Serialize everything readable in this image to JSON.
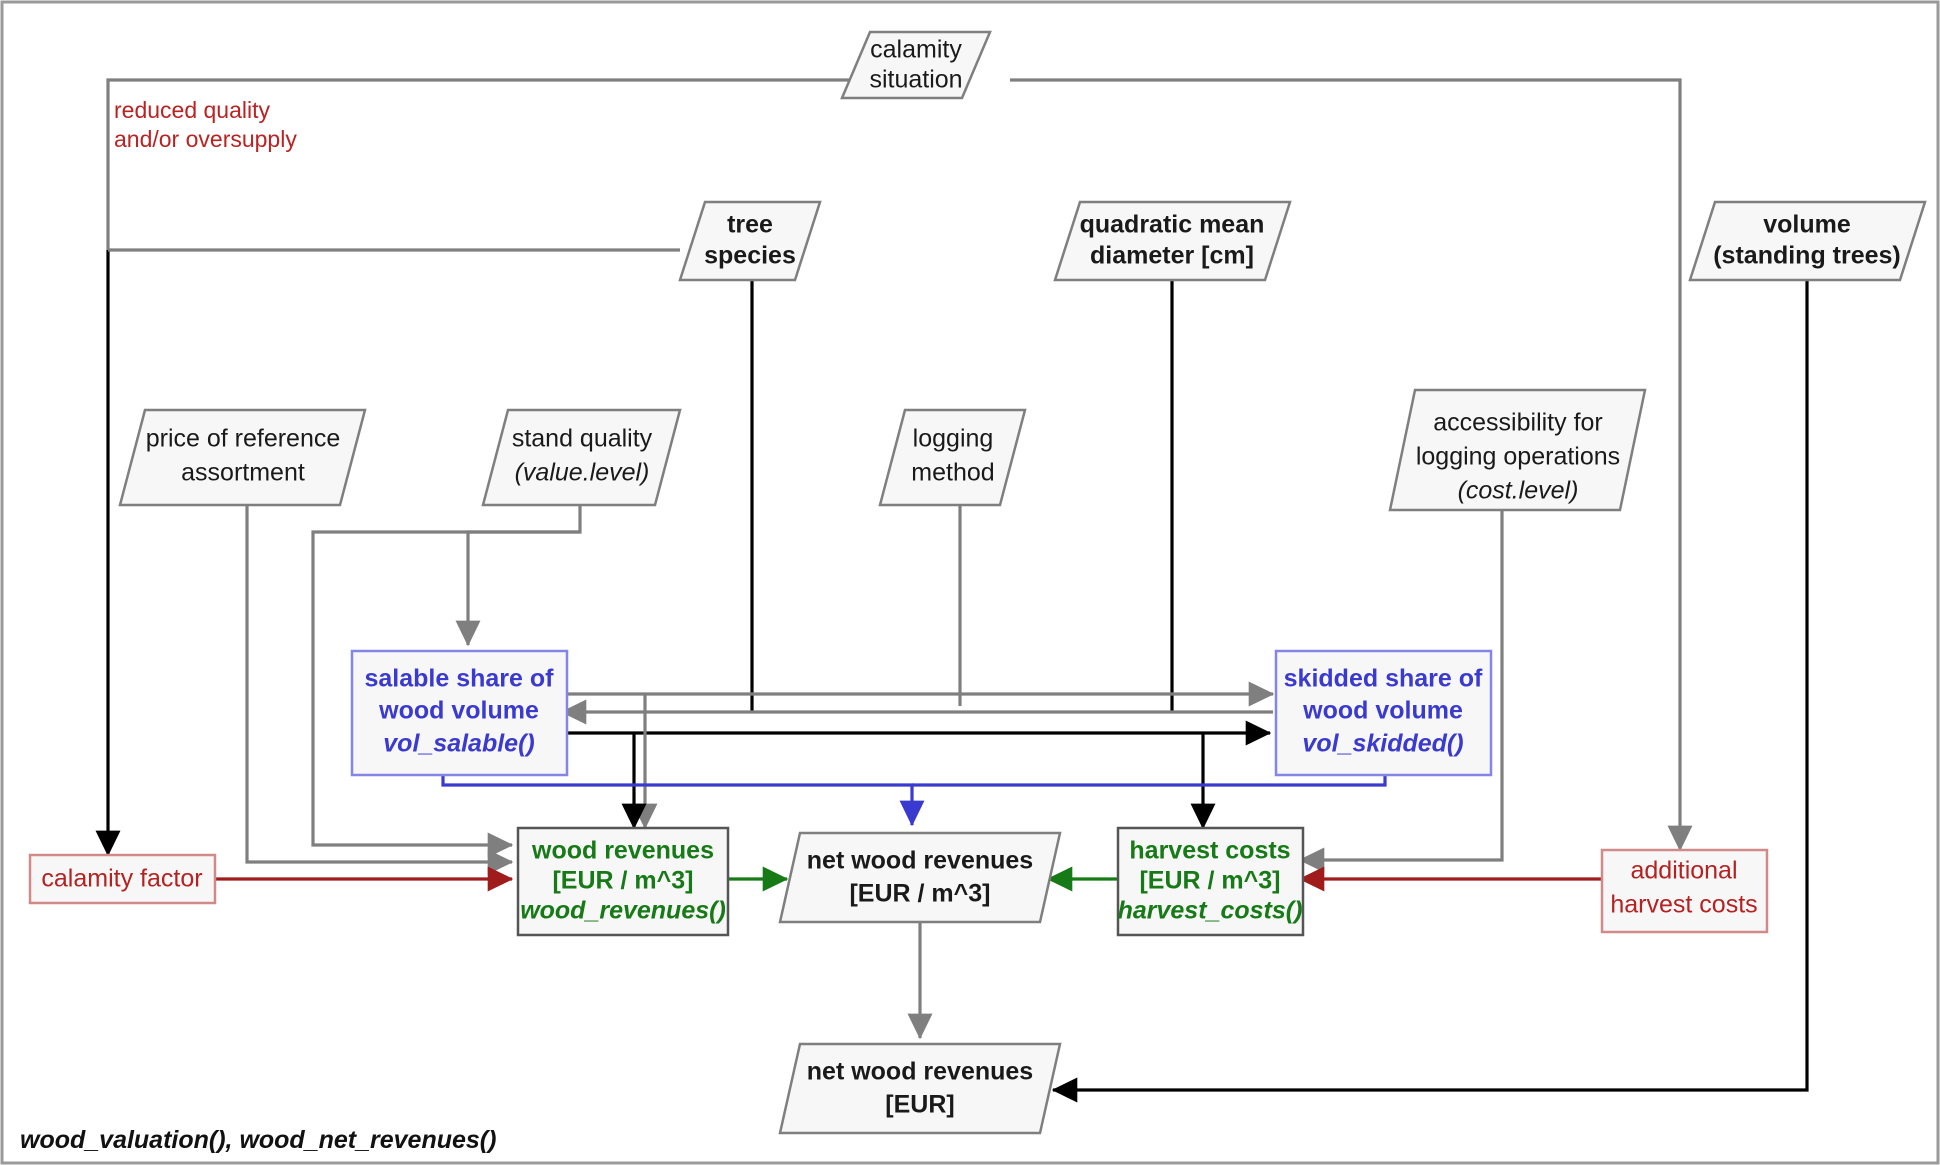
{
  "diagram": {
    "title_caption": "wood_valuation(), wood_net_revenues()",
    "annotation_note_line1": "reduced quality",
    "annotation_note_line2": "and/or oversupply",
    "colors": {
      "black": "#000000",
      "gray": "#7f7f7f",
      "blue": "#3a3ad0",
      "green": "#167a16",
      "red": "#a01c1c",
      "node_fill": "#f7f7f7"
    }
  },
  "nodes": {
    "calamity_situation": {
      "line1": "calamity",
      "line2": "situation",
      "shape": "parallelogram",
      "style": "plain"
    },
    "tree_species": {
      "line1": "tree",
      "line2": "species",
      "shape": "parallelogram",
      "style": "bold"
    },
    "quadratic_mean_diameter": {
      "line1": "quadratic mean",
      "line2": "diameter [cm]",
      "shape": "parallelogram",
      "style": "bold"
    },
    "volume_standing_trees": {
      "line1": "volume",
      "line2": "(standing trees)",
      "shape": "parallelogram",
      "style": "bold"
    },
    "price_reference_assortment": {
      "line1": "price of reference",
      "line2": "assortment",
      "shape": "parallelogram",
      "style": "plain"
    },
    "stand_quality": {
      "line1": "stand quality",
      "line2": "(value.level)",
      "shape": "parallelogram",
      "style": "plain-italic2"
    },
    "logging_method": {
      "line1": "logging",
      "line2": "method",
      "shape": "parallelogram",
      "style": "plain"
    },
    "accessibility_logging": {
      "line1": "accessibility for",
      "line2": "logging operations",
      "line3": "(cost.level)",
      "shape": "parallelogram",
      "style": "plain-italic3"
    },
    "salable_share": {
      "line1": "salable share of",
      "line2": "wood volume",
      "line3": "vol_salable()",
      "shape": "rectangle",
      "style": "blue"
    },
    "skidded_share": {
      "line1": "skidded share of",
      "line2": "wood volume",
      "line3": "vol_skidded()",
      "shape": "rectangle",
      "style": "blue"
    },
    "wood_revenues": {
      "line1": "wood revenues",
      "line2": "[EUR / m^3]",
      "line3": "wood_revenues()",
      "shape": "rectangle",
      "style": "green"
    },
    "harvest_costs": {
      "line1": "harvest costs",
      "line2": "[EUR / m^3]",
      "line3": "harvest_costs()",
      "shape": "rectangle",
      "style": "green"
    },
    "net_wood_revenues_m3": {
      "line1": "net wood revenues",
      "line2": "[EUR / m^3]",
      "shape": "parallelogram",
      "style": "bold"
    },
    "net_wood_revenues_eur": {
      "line1": "net wood revenues",
      "line2": "[EUR]",
      "shape": "parallelogram",
      "style": "bold"
    },
    "calamity_factor": {
      "line1": "calamity factor",
      "shape": "rectangle",
      "style": "red"
    },
    "additional_harvest_costs": {
      "line1": "additional",
      "line2": "harvest costs",
      "shape": "rectangle",
      "style": "red"
    }
  }
}
